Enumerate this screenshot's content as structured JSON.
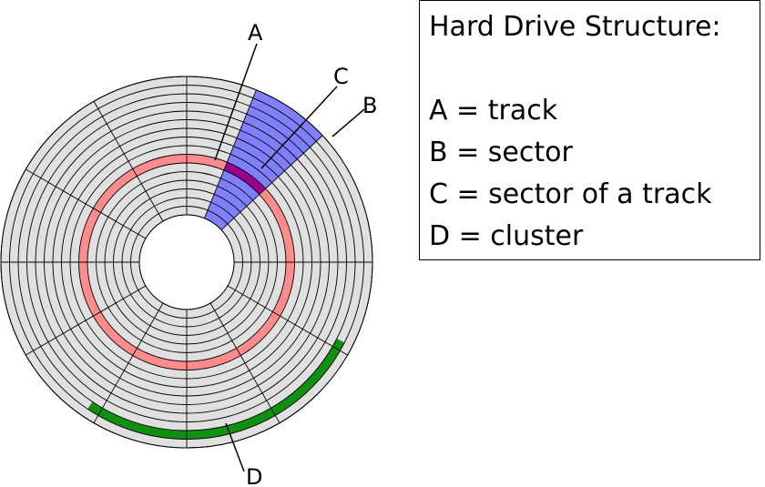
{
  "diagram": {
    "labels": {
      "a": "A",
      "b": "B",
      "c": "C",
      "d": "D"
    },
    "colors": {
      "platter": "#e0e0e0",
      "lines": "#000000",
      "track": "#ff8c8c",
      "sector": "#8080ff",
      "sector_of_track": "#9a0090",
      "cluster": "#109010",
      "hub": "#ffffff"
    }
  },
  "legend": {
    "title": "Hard Drive Structure:",
    "entries": [
      "A = track",
      "B = sector",
      "C = sector of a track",
      "D = cluster"
    ]
  }
}
